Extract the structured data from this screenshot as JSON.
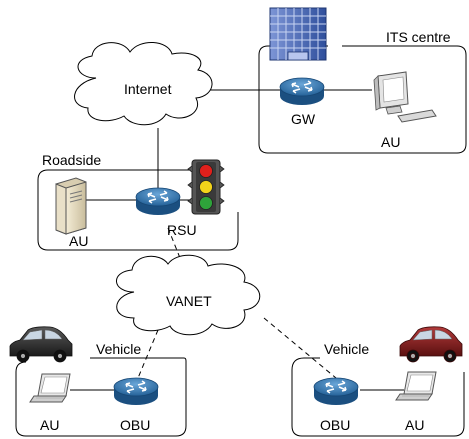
{
  "diagram": {
    "labels": {
      "its_centre": "ITS centre",
      "internet": "Internet",
      "gw": "GW",
      "au_its": "AU",
      "roadside": "Roadside",
      "au_roadside": "AU",
      "rsu": "RSU",
      "vanet": "VANET",
      "vehicle_left": "Vehicle",
      "au_vehicle_left": "AU",
      "obu_left": "OBU",
      "vehicle_right": "Vehicle",
      "obu_right": "OBU",
      "au_vehicle_right": "AU"
    },
    "colors": {
      "router": "#2b6ea8",
      "building": "#3d63b8",
      "car_left": "#2a2a2a",
      "car_right": "#7a1a1a",
      "light_red": "#e0201c",
      "light_yellow": "#f2d31a",
      "light_green": "#2ea33a"
    },
    "icons": [
      "office-building-icon",
      "router-icon",
      "desktop-computer-icon",
      "server-icon",
      "traffic-light-icon",
      "laptop-icon",
      "car-icon",
      "cloud-icon"
    ]
  }
}
